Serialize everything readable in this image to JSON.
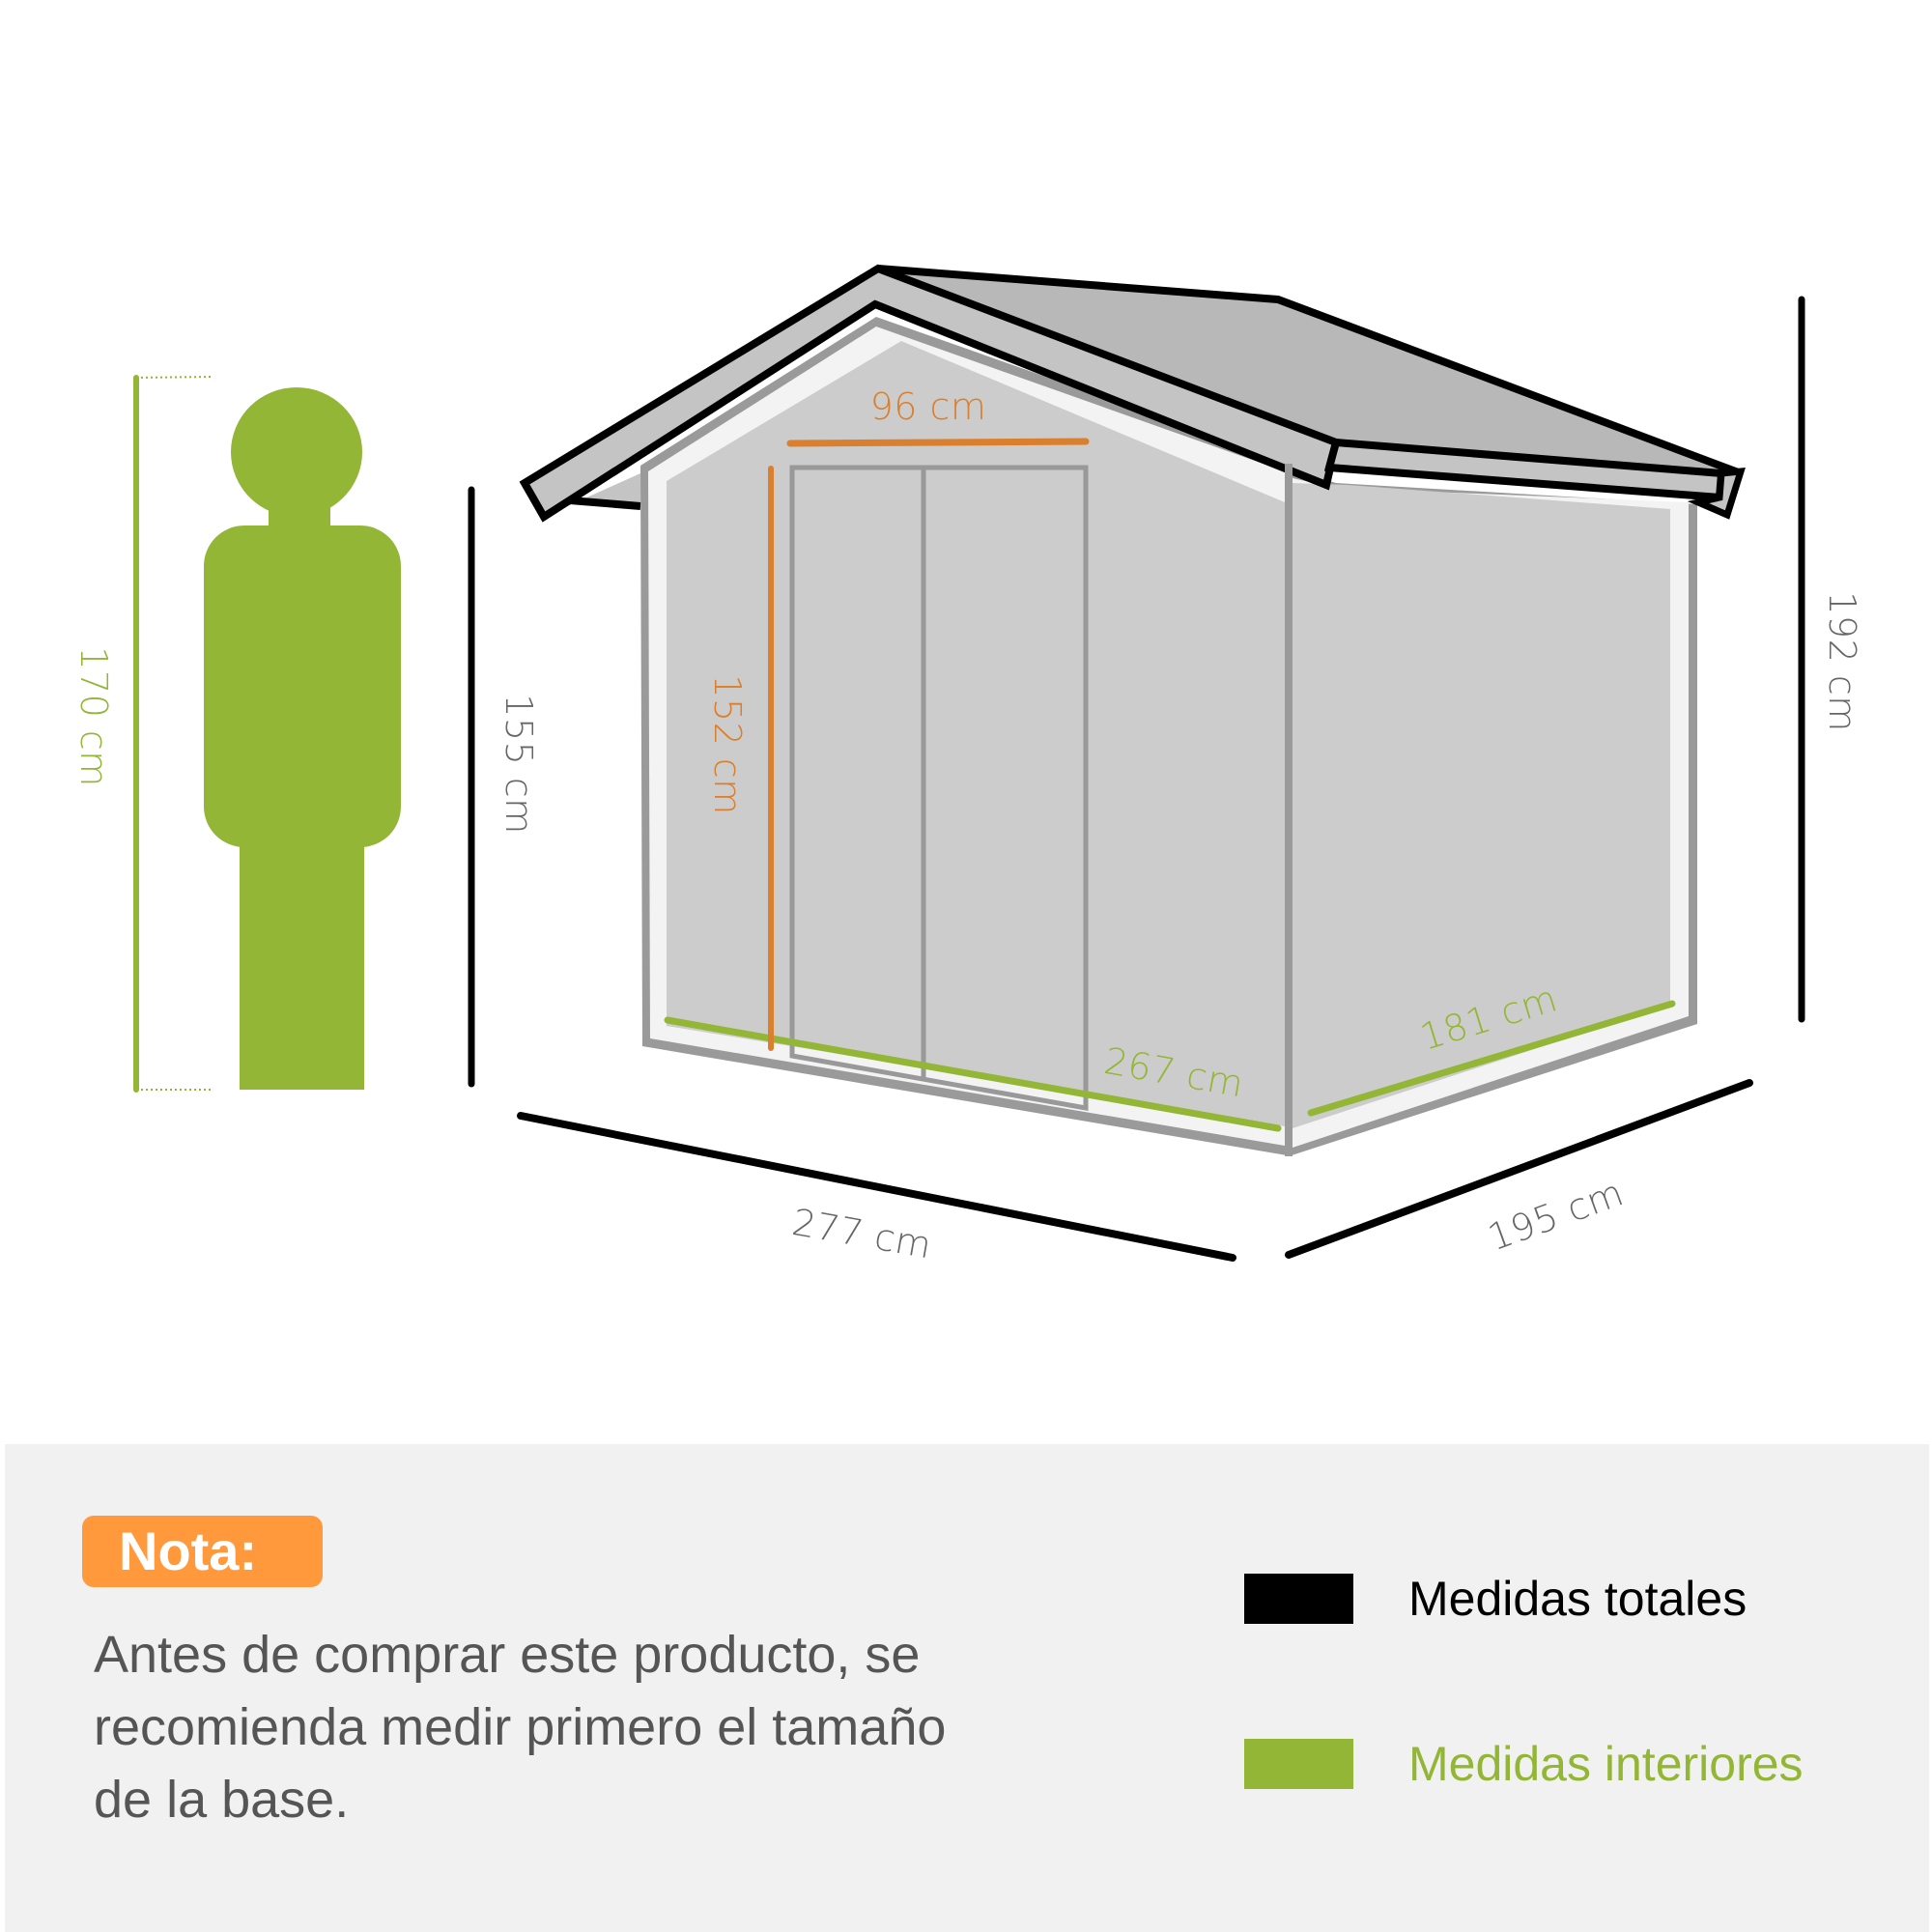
{
  "colors": {
    "total": "#000000",
    "interior": "#94b637",
    "door": "#d97f2e",
    "label_gray": "#666666",
    "badge": "#ff993c",
    "panel": "#f1f1f1"
  },
  "person": {
    "height_label": "170 cm"
  },
  "shed": {
    "dimensions": {
      "front_wall_height": "155 cm",
      "total_height": "192 cm",
      "total_width": "277 cm",
      "total_depth": "195 cm",
      "interior_width": "267 cm",
      "interior_depth": "181 cm",
      "door_width": "96 cm",
      "door_height": "152 cm"
    }
  },
  "note": {
    "badge": "Nota:",
    "lines": [
      "Antes de comprar este producto, se",
      "recomienda medir primero el tamaño",
      "de la base."
    ]
  },
  "legend": {
    "items": [
      {
        "label": "Medidas totales",
        "color": "#000000"
      },
      {
        "label": "Medidas interiores",
        "color": "#94b637"
      }
    ]
  }
}
